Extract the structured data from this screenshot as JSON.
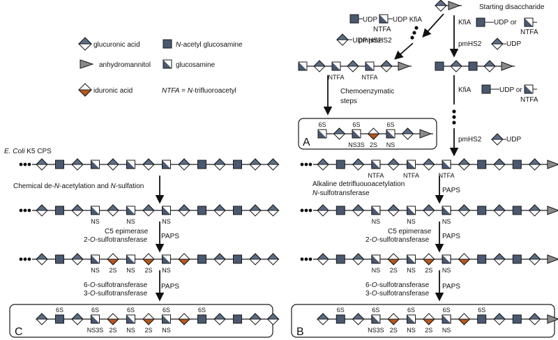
{
  "colors": {
    "sugar_gray": "#5b6e86",
    "sugar_dark": "#4a5870",
    "iduronic": "#b8561e",
    "stroke": "#1a1a1a",
    "box_border": "#1a1a1a"
  },
  "legend": {
    "glucuronic": "glucuronic acid",
    "glcnac_prefix": "N",
    "glcnac_rest": "-acetyl glucosamine",
    "anhydro": "anhydromannitol",
    "glucosamine": "glucosamine",
    "iduronic": "iduronic acid",
    "ntfa_key": "NTFA",
    "ntfa_eq": " = ",
    "ntfa_prefix": "N",
    "ntfa_rest": "-trifluoroacetyl"
  },
  "top_right": {
    "starting": "Starting disaccharide",
    "udp": "UDP",
    "or": "or",
    "kfia": "KfiA",
    "ntfa": "NTFA",
    "pmhs2": "pmHS2",
    "udp_kfia": "UDP KfiA",
    "chemo1": "Chemoenzymatic",
    "chemo2": "steps"
  },
  "box_a": {
    "label": "A",
    "s6": "6S",
    "ns3s": "NS3S",
    "s2": "2S",
    "ns": "NS"
  },
  "left": {
    "title_italic": "E. Coli",
    "title_rest": " K5 CPS",
    "step1_a": "Chemical de-",
    "step1_b": "N",
    "step1_c": "-acetylation and ",
    "step1_d": "N",
    "step1_e": "-sulfation",
    "c5": "C5 epimerase",
    "o2_a": "2-",
    "o2_b": "O",
    "o2_c": "-sulfotransferase",
    "paps": "PAPS",
    "o6_a": "6-",
    "o6_b": "O",
    "o6_c": "-sulfotransferase",
    "o3_a": "3-",
    "o3_b": "O",
    "o3_c": "-sulfotransferase",
    "box_label": "C"
  },
  "right": {
    "alk1": "Alkaline detrifluouoacetylation",
    "alk2_a": "N",
    "alk2_b": "-sulfotransferase",
    "box_label": "B"
  },
  "chain_labels": {
    "ns": "NS",
    "s2": "2S",
    "s6": "6S",
    "ns3s": "NS3S",
    "ntfa": "NTFA"
  }
}
